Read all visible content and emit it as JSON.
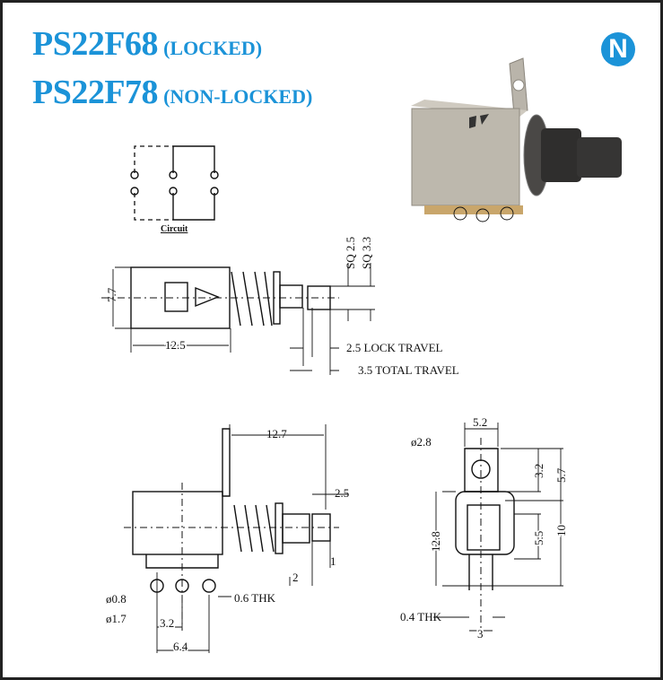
{
  "header": {
    "models": [
      {
        "part": "PS22F68",
        "variant": "(LOCKED)"
      },
      {
        "part": "PS22F78",
        "variant": "(NON-LOCKED)"
      }
    ],
    "logo_letter": "N",
    "brand_color": "#1b93d8"
  },
  "circuit": {
    "label": "Circuit"
  },
  "side_view": {
    "height": "7.7",
    "length": "12.5",
    "sq1": "SQ 2.5",
    "sq2": "SQ 3.3",
    "lock_travel": "2.5 LOCK TRAVEL",
    "total_travel": "3.5 TOTAL TRAVEL"
  },
  "bottom_view": {
    "length": "12.7",
    "cap": "2.5",
    "d2": "2",
    "d1": "1",
    "pin_hole": "ø0.8",
    "pad": "ø1.7",
    "thk": "0.6 THK",
    "pitch": "3.2",
    "span": "6.4"
  },
  "front_view": {
    "width": "5.2",
    "hole": "ø2.8",
    "h1": "3.2",
    "h2": "5.7",
    "h3": "10",
    "h4": "5.5",
    "h5": "12.8",
    "thk": "0.4 THK",
    "pin_span": "3"
  }
}
